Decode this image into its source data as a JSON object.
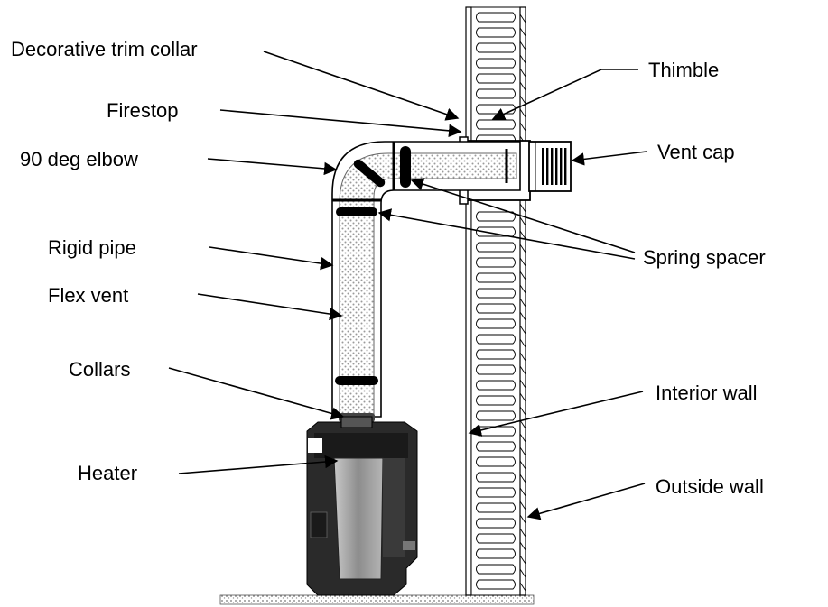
{
  "labels": {
    "decorative_trim_collar": "Decorative trim collar",
    "firestop": "Firestop",
    "elbow": "90 deg elbow",
    "rigid_pipe": "Rigid  pipe",
    "flex_vent": "Flex vent",
    "collars": "Collars",
    "heater": "Heater",
    "thimble": "Thimble",
    "vent_cap": "Vent cap",
    "spring_spacer": "Spring spacer",
    "interior_wall": "Interior wall",
    "outside_wall": "Outside wall"
  },
  "colors": {
    "line": "#000000",
    "heater_body": "#2a2a2a",
    "heater_panel": "#9a9a9a",
    "flex_fill": "#d4d4d4"
  }
}
